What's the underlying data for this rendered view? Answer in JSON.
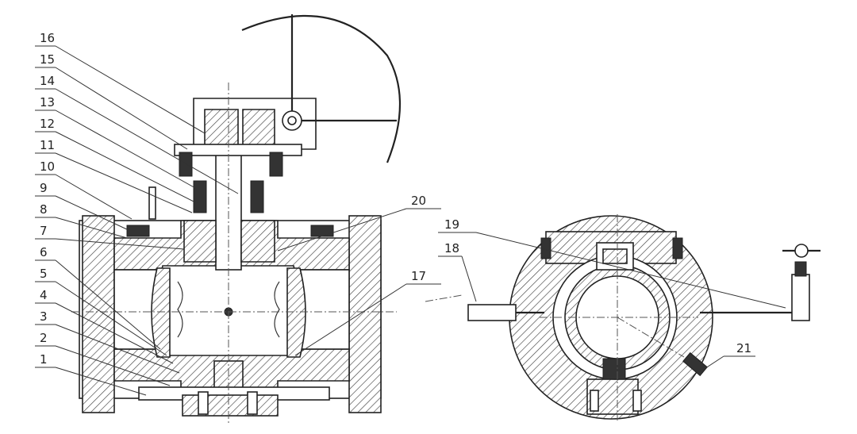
{
  "callouts_left": [
    "16",
    "15",
    "14",
    "13",
    "12",
    "11",
    "10",
    "9",
    "8",
    "7",
    "6",
    "5",
    "4",
    "3",
    "2",
    "1"
  ],
  "callouts_right_top": [
    "20",
    "17"
  ],
  "callouts_section": [
    "19",
    "18",
    "21"
  ]
}
